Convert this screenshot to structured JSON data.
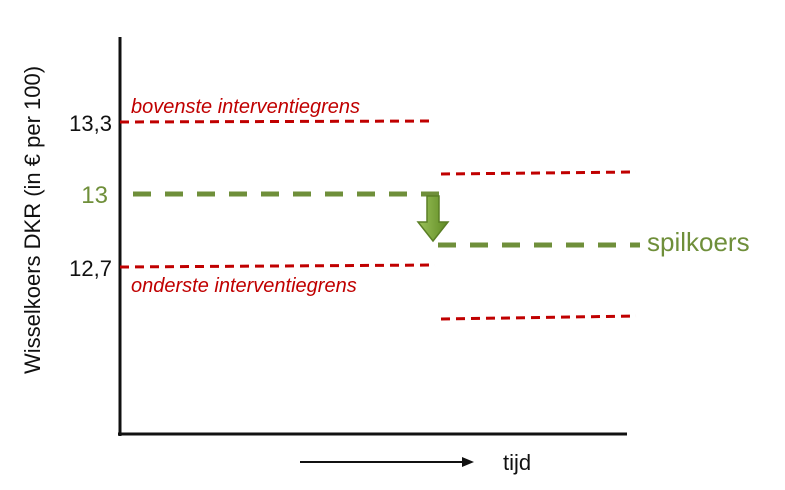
{
  "y_axis_label": "Wisselkoers DKR (in € per 100)",
  "x_axis_label": "tijd",
  "ticks": {
    "upper": "13,3",
    "center": "13",
    "lower": "12,7"
  },
  "labels": {
    "upper_band": "bovenste interventiegrens",
    "lower_band": "onderste interventiegrens",
    "central_rate": "spilkoers"
  },
  "colors": {
    "band": "#c00000",
    "central": "#6f8f3a",
    "arrow": "#7aa33a",
    "axis": "#111111"
  }
}
